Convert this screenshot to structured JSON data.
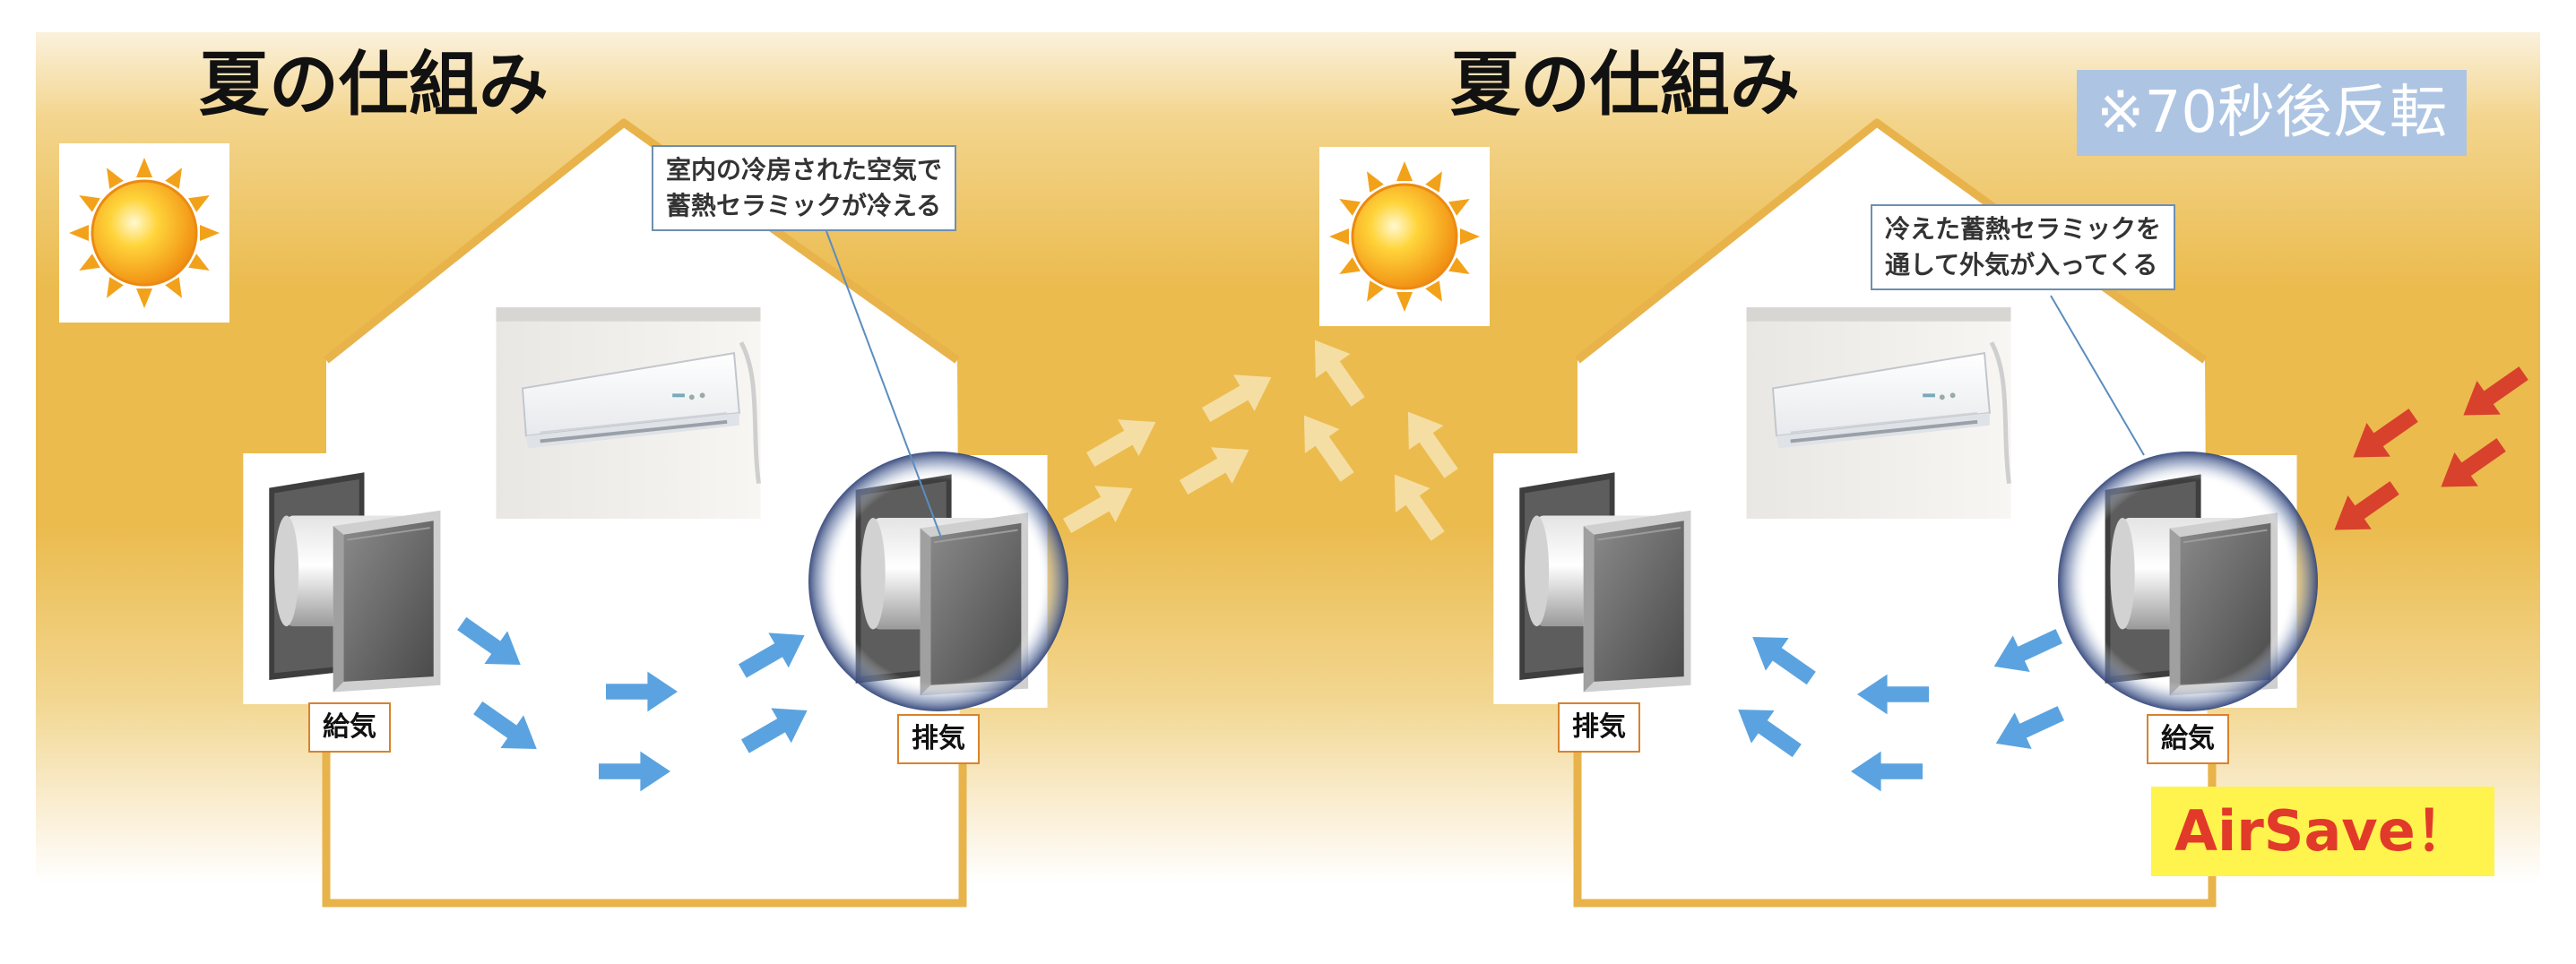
{
  "left_panel": {
    "title": "夏の仕組み",
    "callout_line1": "室内の冷房された空気で",
    "callout_line2": "蓄熱セラミックが冷える",
    "left_unit_label": "給気",
    "right_unit_label": "排気"
  },
  "right_panel": {
    "title": "夏の仕組み",
    "notice": "※70秒後反転",
    "callout_line1": "冷えた蓄熱セラミックを",
    "callout_line2": "通して外気が入ってくる",
    "left_unit_label": "排気",
    "right_unit_label": "給気",
    "brand": "AirSave！"
  },
  "icons": [
    "sun-icon",
    "air-conditioner",
    "ventilation-unit",
    "arrow"
  ],
  "colors": {
    "background": "#ebbb4e",
    "house_outline": "#e8b34a",
    "indoor_airflow": "#5aa3e0",
    "exhaust_airflow": "#f6e0a8",
    "outdoor_airflow": "#d8412b",
    "highlight_glow": "#5b6f98",
    "notice_bg": "#adc5e3",
    "brand_bg": "#fff34e",
    "brand_text": "#e23a2a"
  }
}
